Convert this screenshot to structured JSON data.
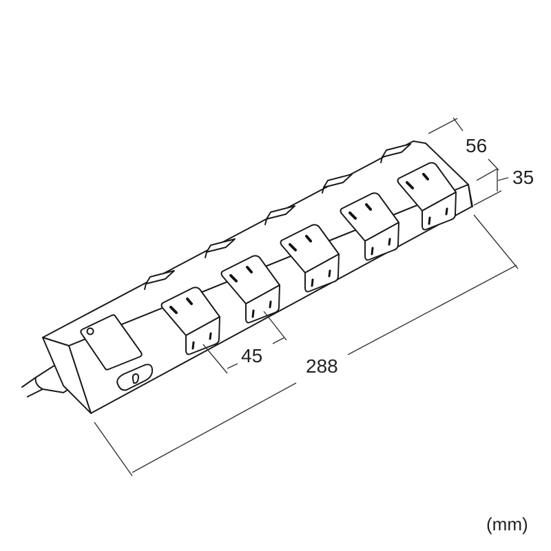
{
  "figure": {
    "subject": "5-outlet power strip with individual rocker switches",
    "unit_label": "(mm)",
    "colors": {
      "line": "#1a1a1a",
      "dimension_line": "#333333",
      "background": "#ffffff"
    },
    "outlet_count": 5,
    "switch_count": 5
  },
  "dimensions": {
    "length": {
      "value": "288",
      "description": "overall length"
    },
    "outlet_pitch": {
      "value": "45",
      "description": "outlet spacing"
    },
    "width": {
      "value": "56",
      "description": "overall width"
    },
    "height": {
      "value": "35",
      "description": "body height"
    }
  },
  "parts": {
    "main_switch_panel": "main-switch",
    "indicator_lamp": "pilot-lamp",
    "power_cord": "power-cord",
    "outlets": [
      "outlet-1",
      "outlet-2",
      "outlet-3",
      "outlet-4",
      "outlet-5"
    ],
    "rocker_switches": [
      "switch-1",
      "switch-2",
      "switch-3",
      "switch-4",
      "switch-5"
    ]
  }
}
